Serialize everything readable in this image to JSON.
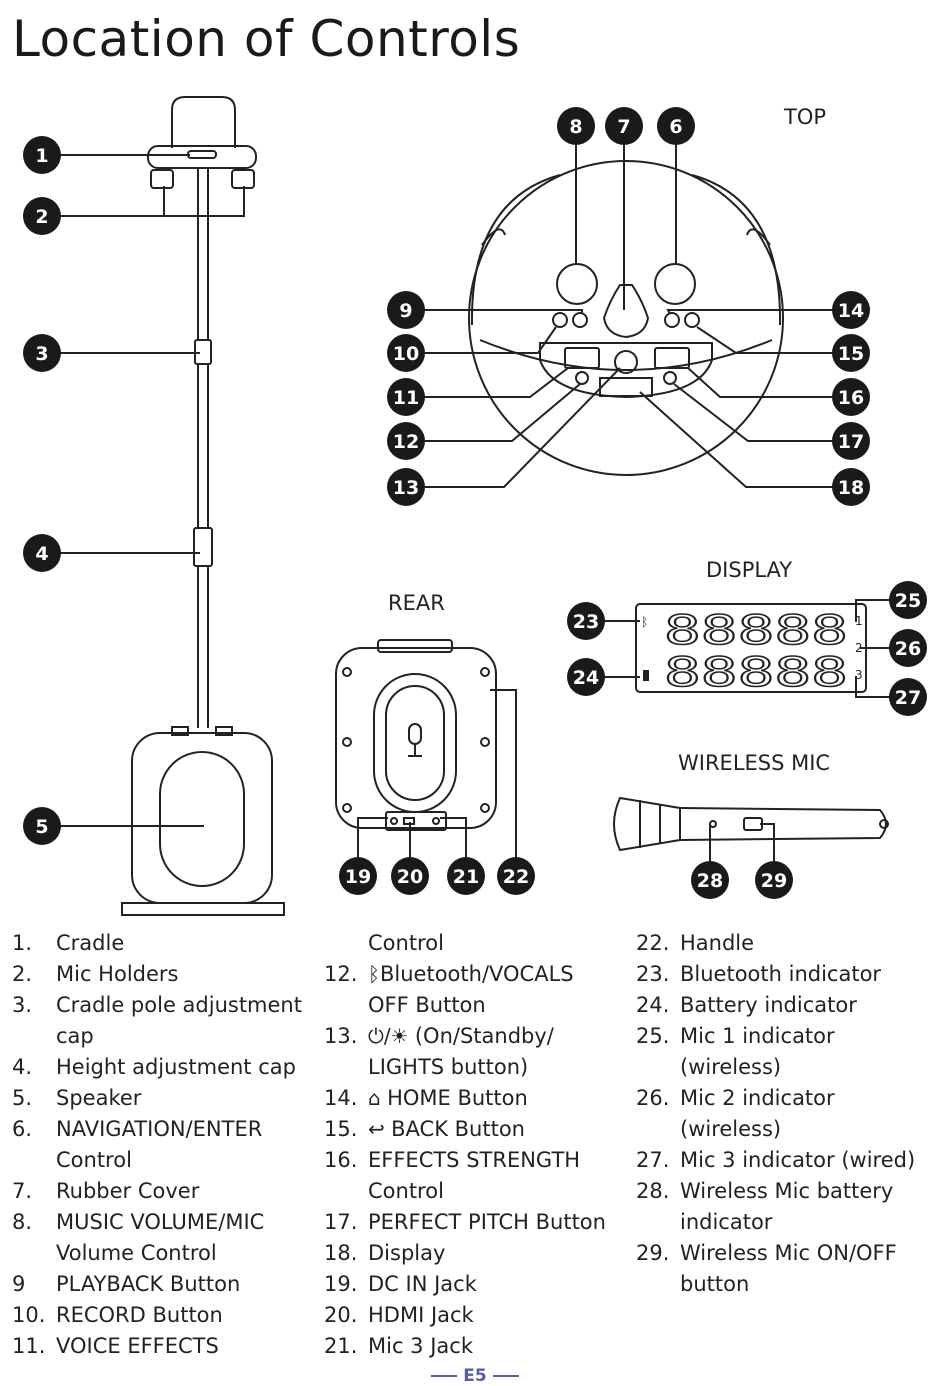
{
  "page": {
    "title": "Location of Controls",
    "footer": "E5"
  },
  "sections": {
    "top": "TOP",
    "rear": "REAR",
    "display": "DISPLAY",
    "wireless_mic": "WIRELESS MIC"
  },
  "callouts": [
    "1",
    "2",
    "3",
    "4",
    "5",
    "6",
    "7",
    "8",
    "9",
    "10",
    "11",
    "12",
    "13",
    "14",
    "15",
    "16",
    "17",
    "18",
    "19",
    "20",
    "21",
    "22",
    "23",
    "24",
    "25",
    "26",
    "27",
    "28",
    "29"
  ],
  "legend": {
    "col1": [
      {
        "num": "1.",
        "text": "Cradle"
      },
      {
        "num": "2.",
        "text": "Mic Holders"
      },
      {
        "num": "3.",
        "text": "Cradle pole adjustment",
        "cont": "cap"
      },
      {
        "num": "4.",
        "text": "Height adjustment cap"
      },
      {
        "num": "5.",
        "text": "Speaker"
      },
      {
        "num": "6.",
        "text": "NAVIGATION/ENTER",
        "cont": "Control"
      },
      {
        "num": "7.",
        "text": "Rubber Cover"
      },
      {
        "num": "8.",
        "text": "MUSIC VOLUME/MIC",
        "cont": "Volume Control"
      },
      {
        "num": "9",
        "text": "PLAYBACK Button"
      },
      {
        "num": "10.",
        "text": "RECORD Button"
      },
      {
        "num": "11.",
        "text": "VOICE EFFECTS"
      }
    ],
    "col2": [
      {
        "cont_only": "Control"
      },
      {
        "num": "12.",
        "icon": "bluetooth-icon",
        "text": "Bluetooth/VOCALS",
        "cont": "OFF Button"
      },
      {
        "num": "13.",
        "icon": "power-light-icon",
        "text": "(On/Standby/",
        "cont": "LIGHTS button)"
      },
      {
        "num": "14.",
        "icon": "home-icon",
        "text": "HOME Button"
      },
      {
        "num": "15.",
        "icon": "back-arrow-icon",
        "text": "BACK Button"
      },
      {
        "num": "16.",
        "text": "EFFECTS STRENGTH",
        "cont": "Control"
      },
      {
        "num": "17.",
        "text": "PERFECT PITCH Button"
      },
      {
        "num": "18.",
        "text": "Display"
      },
      {
        "num": "19.",
        "text": "DC IN Jack"
      },
      {
        "num": "20.",
        "text": "HDMI Jack"
      },
      {
        "num": "21.",
        "text": "Mic 3 Jack"
      }
    ],
    "col3": [
      {
        "num": "22.",
        "text": "Handle"
      },
      {
        "num": "23.",
        "text": "Bluetooth indicator"
      },
      {
        "num": "24.",
        "text": "Battery indicator"
      },
      {
        "num": "25.",
        "text": "Mic 1 indicator",
        "cont": "(wireless)"
      },
      {
        "num": "26.",
        "text": "Mic 2 indicator",
        "cont": "(wireless)"
      },
      {
        "num": "27.",
        "text": "Mic 3 indicator (wired)"
      },
      {
        "num": "28.",
        "text": "Wireless Mic battery",
        "cont": "indicator"
      },
      {
        "num": "29.",
        "text": "Wireless Mic ON/OFF",
        "cont": "button"
      }
    ]
  },
  "display_glyphs": {
    "row1": "88888",
    "row2": "88888",
    "mic_marks": [
      "1",
      "2",
      "3"
    ]
  },
  "colors": {
    "callout_fill": "#1a1a1a",
    "line": "#222222",
    "footer": "#5a5aa8"
  }
}
